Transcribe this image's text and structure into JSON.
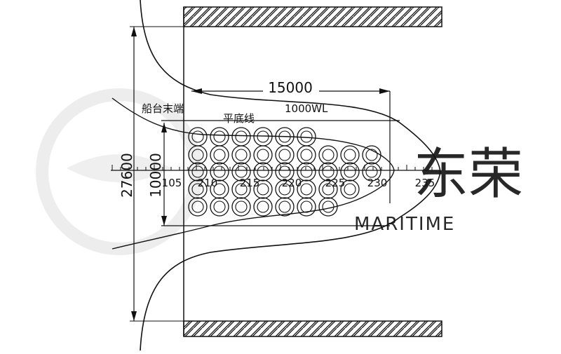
{
  "drawing": {
    "dim_length": "15000",
    "dim_total_width": "27600",
    "dim_flat_width": "10000",
    "label_slipway_end": "船台末端",
    "label_flat_bottom": "平底线",
    "label_waterline": "1000WL",
    "scale_labels": [
      "105",
      "210",
      "215",
      "220",
      "225",
      "230",
      "235"
    ]
  },
  "watermark": {
    "brand": "东荣",
    "caption": "MARITIME"
  },
  "colors": {
    "line": "#111111",
    "watermark": "#e6e6e6"
  }
}
